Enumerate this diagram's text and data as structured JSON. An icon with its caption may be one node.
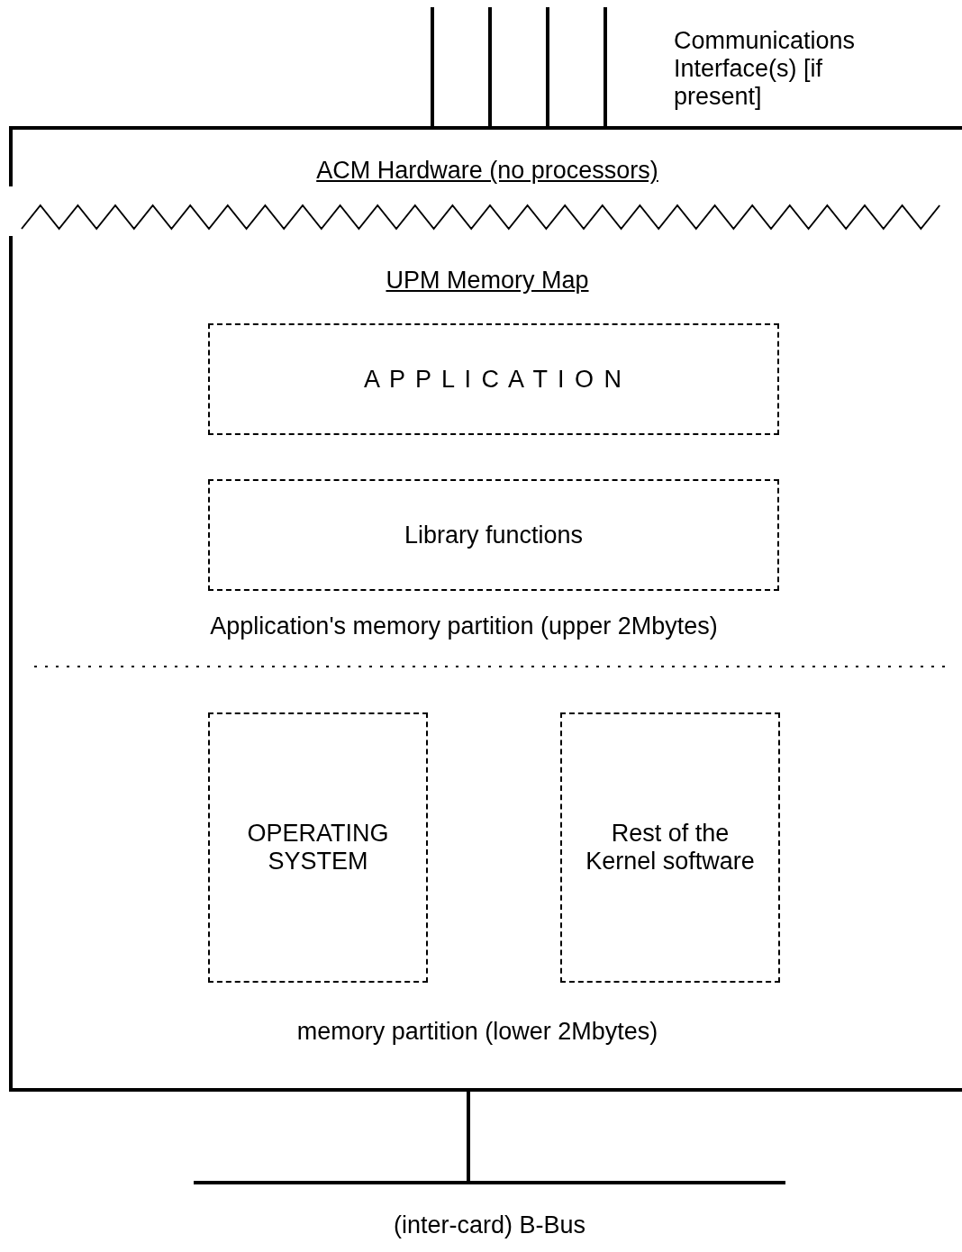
{
  "diagram": {
    "nodes": [
      {
        "text": [
          "ACM Hardware (no processors)",
          "UPM Memory Map"
        ]
      },
      {
        "text": [
          "A P P L I C A T I O N"
        ],
        "in": 0
      },
      {
        "text": [
          "Library functions"
        ],
        "in": 0
      },
      {
        "text": [
          "OPERATING SYSTEM"
        ],
        "in": 0
      },
      {
        "text": [
          "Rest of the Kernel software"
        ],
        "in": 0
      },
      {
        "text": [
          "(inter-card) B-Bus"
        ]
      }
    ],
    "edges": [
      {
        "from": 0,
        "to": null,
        "arrow": "none"
      },
      {
        "from": 0,
        "to": null,
        "arrow": "none"
      },
      {
        "from": 0,
        "to": null,
        "arrow": "none"
      },
      {
        "from": 0,
        "to": null,
        "arrow": "none"
      },
      {
        "from": 0,
        "to": 5,
        "arrow": "none"
      }
    ],
    "labels": [
      "Communications Interface(s) [if present]",
      "Application's memory partition (upper 2Mbytes)",
      "memory partition (lower 2Mbytes)"
    ]
  }
}
